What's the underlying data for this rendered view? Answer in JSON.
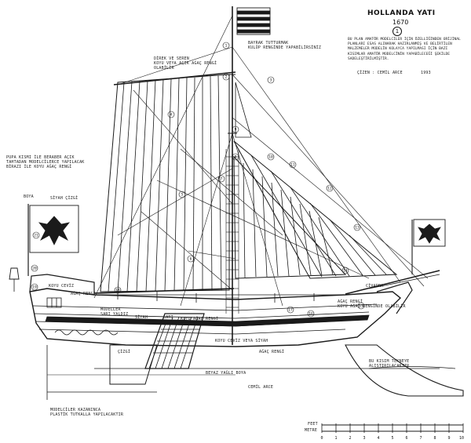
{
  "title": {
    "name": "HOLLANDA YATI",
    "year": "1670",
    "sheet": "1"
  },
  "notes": {
    "description": "BU PLAN AMATÖR MODELCİLER İÇİN ÖZELLİĞİNDEN ORİJİNAL PLANLARI ESAS ALINARAK HAZIRLANMIŞ VE BELİRTİLEN MALZEMELER MODELİN KOLAYCA YAPILMASI İÇİN BAZI KISIMLAR AMATÖR MODELCİNİN YAPABİLECEĞİ ŞEKİLDE SADELEŞTİRİLMİŞTİR.",
    "author": "ÇİZEN : CEMİL ARCE",
    "date": "1993"
  },
  "labels": {
    "flag_note": "BAYRAK TUTTURMAK\nKULÜP RENGİNDE YAPABİLİRSİNİZ",
    "sail_color": "DİREK VE SEREN\nKOYU VEYA AÇIK AĞAÇ RENGİ\nOLABİLİR",
    "stern_note": "PUPA KISMI İLE BERABER AÇIK\nTAHTADAN MODELCİLERCE YAPILACAK\nBİRAZI İLE KOYU AĞAÇ RENGİ",
    "boya": "BOYA",
    "siyah": "SİYAH ÇİZGİ",
    "koyu_ceviz": "KOYU CEVİZ",
    "agac_rengi_1": "AĞAÇ RENGİ",
    "modeller": "MODELLER\nSARI YALDIZ",
    "siyah2": "SİYAH",
    "sari": "SARI",
    "koyu_agac": "KOYU AĞAÇ RENGİ",
    "koyu_ceviz_veya": "KOYU CEVİZ VEYA SİYAH",
    "agac_rengi_2": "AĞAÇ RENGİ",
    "agac_rengi_3": "AĞAÇ RENGİ\nKOYU AĞAÇ RENGİNDE OLABİLİR",
    "beyaz_boya": "BEYAZ YAĞLI BOYA",
    "cemil": "CEMİL ARCE",
    "kizak": "BU KISIM TEKNEYE\nALISTIRILACAKTIR",
    "plastic": "MODELCİLER KAZANINCA\nPLASTİK TUTKALLA YAPILACAKTIR",
    "cizgi": "ÇİZGİ",
    "civadra": "CİVADRA"
  },
  "scale": {
    "feet_label": "FEET",
    "metre_label": "METRE",
    "ticks": [
      "0",
      "1",
      "2",
      "3",
      "4",
      "5",
      "6",
      "7",
      "8",
      "9",
      "10"
    ]
  },
  "callouts": [
    "1",
    "2",
    "3",
    "4",
    "5",
    "6",
    "7",
    "8",
    "9",
    "10",
    "11",
    "12",
    "13",
    "14",
    "15",
    "16",
    "17",
    "18",
    "19",
    "20",
    "21"
  ]
}
